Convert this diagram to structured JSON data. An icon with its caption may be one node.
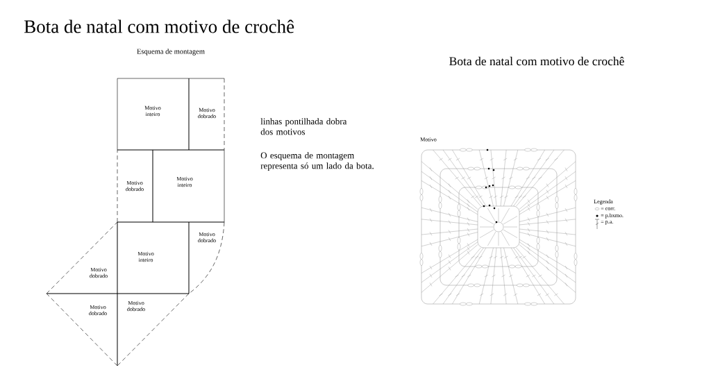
{
  "diagram": {
    "title": "Bota de natal com motivo de crochê",
    "nodes": [
      {
        "text": [
          "Motivo inteiro"
        ]
      },
      {
        "text": [
          "Motivo dobrado"
        ]
      },
      {
        "text": [
          "Motivo dobrado"
        ]
      },
      {
        "text": [
          "Motivo inteiro"
        ]
      },
      {
        "text": [
          "Motivo dobrado"
        ]
      },
      {
        "text": [
          "Motivo inteiro"
        ]
      },
      {
        "text": [
          "Motivo dobrado"
        ]
      },
      {
        "text": [
          "Motivo dobrado"
        ]
      },
      {
        "text": [
          "Motivo dobrado"
        ]
      }
    ],
    "labels": [
      "Esquema de montagem",
      "linhas pontilhada dobra dos motivos",
      "O esquema de montagem representa só um lado da bota.",
      "Bota de natal com motivo de crochê",
      "Motivo",
      "Legenda"
    ],
    "legend": [
      {
        "text": "= corr."
      },
      {
        "text": "= p.bxmo."
      },
      {
        "text": "= p.a."
      }
    ]
  }
}
